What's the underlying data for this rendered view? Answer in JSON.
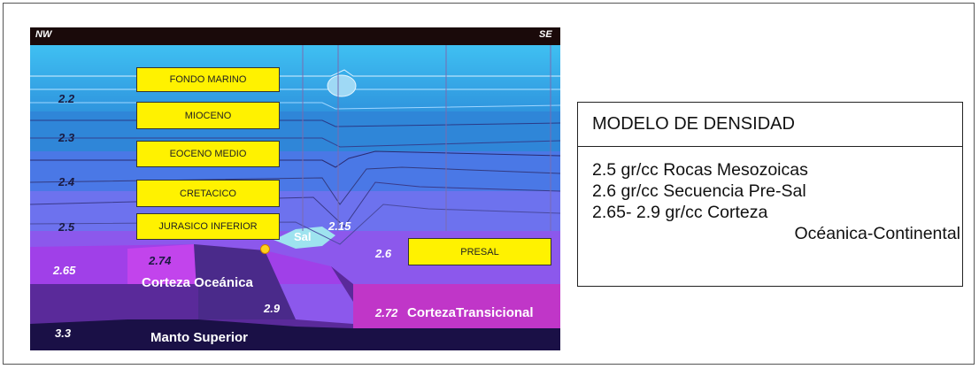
{
  "section": {
    "direction_left": "NW",
    "direction_right": "SE",
    "density_labels": [
      "2.2",
      "2.3",
      "2.4",
      "2.5",
      "2.65",
      "3.3",
      "2.74",
      "2.9",
      "2.15",
      "2.6",
      "2.72"
    ],
    "units": {
      "fondo_marino": "FONDO MARINO",
      "mioceno": "MIOCENO",
      "eoceno_medio": "EOCENO MEDIO",
      "cretacico": "CRETACICO",
      "jurasico_inferior": "JURASICO INFERIOR",
      "presal": "PRESAL"
    },
    "sal_label": "Sal",
    "corteza_oceanica": "Corteza Oceánica",
    "corteza_transicional": "CortezaTransicional",
    "manto_superior": "Manto Superior"
  },
  "legend": {
    "title": "MODELO DE DENSIDAD",
    "line1": "2.5 gr/cc Rocas Mesozoicas",
    "line2": "2.6 gr/cc Secuencia Pre-Sal",
    "line3a": "2.65- 2.9 gr/cc Corteza",
    "line3b": "Océanica-Continental"
  },
  "colors": {
    "water": "#3aa9e8",
    "salt": "#9ee3ef",
    "presal": "#8c58ec",
    "oceanic_crust": "#a040e8",
    "transitional_crust": "#c036c8",
    "mantle": "#1a1046",
    "unit_box": "#fff200"
  }
}
